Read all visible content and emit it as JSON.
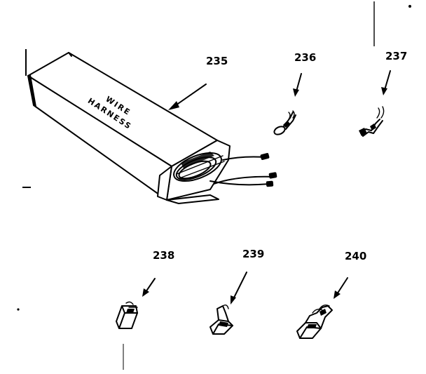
{
  "parts": [
    {
      "number": "235",
      "name": "wire harness",
      "box_label": [
        "WIRE",
        "HARNESS"
      ]
    },
    {
      "number": "236",
      "name": "ring terminal"
    },
    {
      "number": "237",
      "name": "spade terminal"
    },
    {
      "number": "238",
      "name": "female terminal"
    },
    {
      "number": "239",
      "name": "flag terminal"
    },
    {
      "number": "240",
      "name": "insulated terminal"
    }
  ]
}
